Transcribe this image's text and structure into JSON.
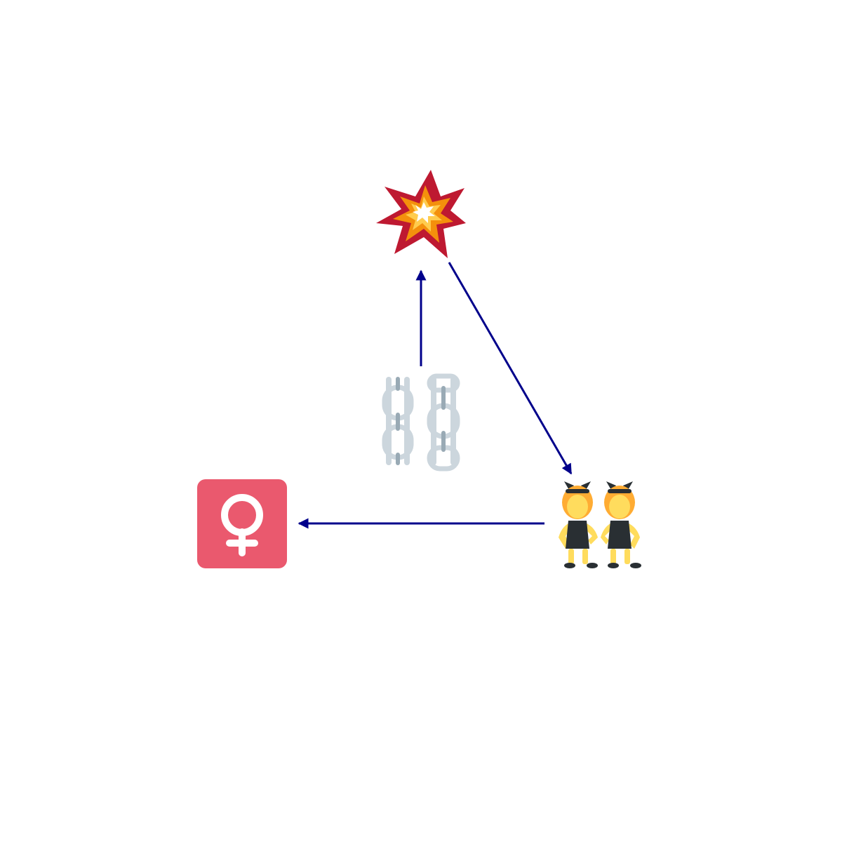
{
  "diagram": {
    "nodes": [
      {
        "id": "collision",
        "icon": "collision-icon"
      },
      {
        "id": "chains",
        "icon": "chains-icon"
      },
      {
        "id": "women-with-bunny-ears",
        "icon": "women-with-bunny-ears-icon"
      },
      {
        "id": "female-sign",
        "icon": "female-sign-icon"
      }
    ],
    "edges": [
      {
        "from": "chains",
        "to": "collision"
      },
      {
        "from": "collision",
        "to": "women-with-bunny-ears"
      },
      {
        "from": "women-with-bunny-ears",
        "to": "female-sign"
      }
    ],
    "colors": {
      "arrow": "#00008b",
      "collision_outer": "#be1931",
      "collision_mid": "#f4900c",
      "collision_inner": "#ffcc4d",
      "chain": "#ccd6dd",
      "chain_shade": "#99aab5",
      "female_sign_bg": "#ea596e",
      "female_sign_fg": "#ffffff",
      "skin": "#ffdc5d",
      "hair": "#ffac33",
      "outfit": "#292f33"
    }
  }
}
